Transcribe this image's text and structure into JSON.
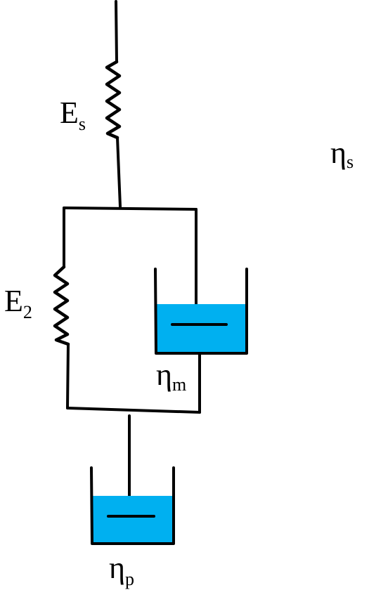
{
  "colors": {
    "line": "#000000",
    "fluid": "#00b0f0"
  },
  "labels": {
    "es": {
      "main": "E",
      "sub": "s"
    },
    "eta_s": {
      "main": "η",
      "sub": "s"
    },
    "e2": {
      "main": "E",
      "sub": "2"
    },
    "eta_m": {
      "main": "η",
      "sub": "m"
    },
    "eta_p": {
      "main": "η",
      "sub": "p"
    }
  }
}
